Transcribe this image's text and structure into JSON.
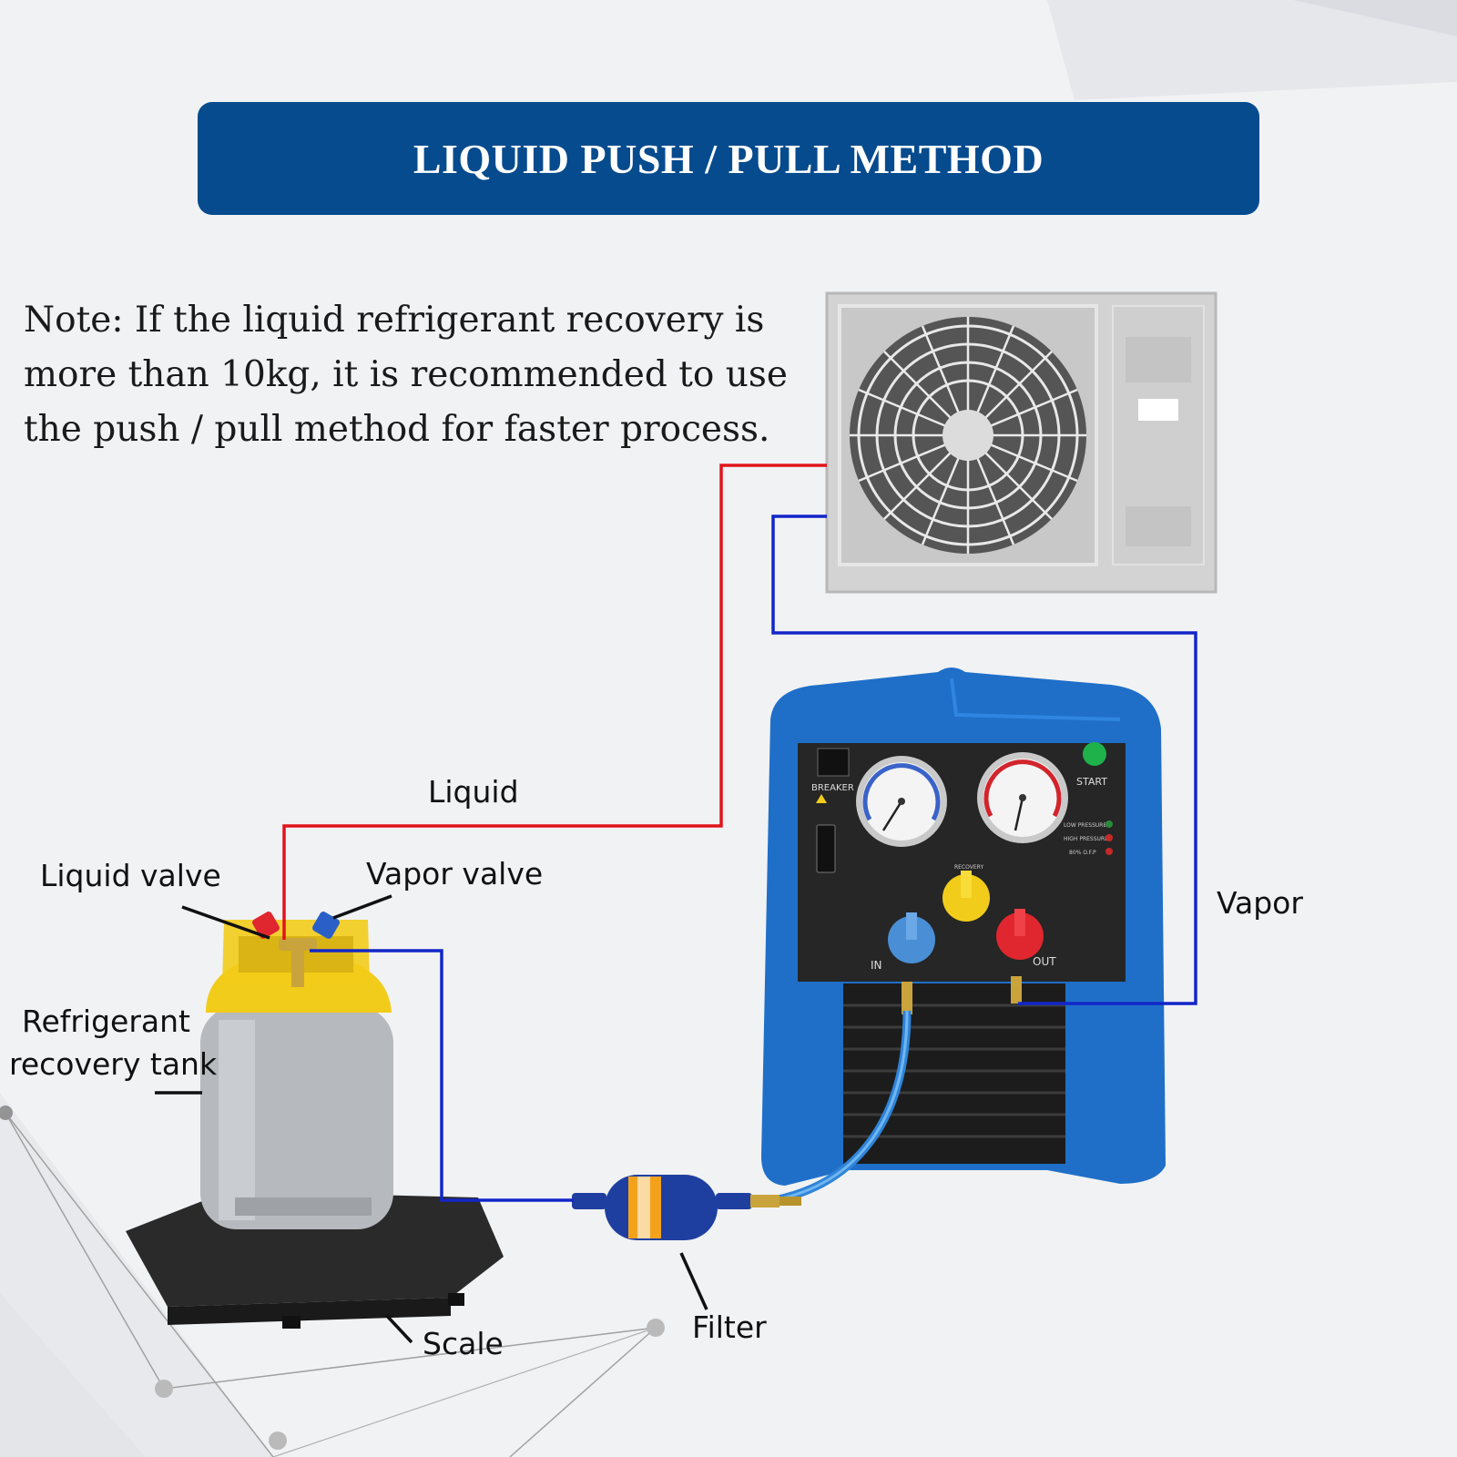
{
  "banner": {
    "title": "LIQUID PUSH / PULL METHOD"
  },
  "note": {
    "text": "Note: If the liquid refrigerant recovery is more than 10kg, it is recommended to use the push / pull method for faster process."
  },
  "labels": {
    "liquid_line": "Liquid",
    "vapor_line": "Vapor",
    "liquid_valve": "Liquid valve",
    "vapor_valve": "Vapor valve",
    "tank_line1": "Refrigerant",
    "tank_line2": "recovery tank",
    "scale": "Scale",
    "filter": "Filter"
  },
  "machine": {
    "breaker": "BREAKER",
    "start": "START",
    "recovery": "RECOVERY",
    "in": "IN",
    "out": "OUT",
    "low_pressure": "LOW PRESSURE",
    "high_pressure": "HIGH PRESSURE",
    "fill_level": "80% O.F.P"
  },
  "colors": {
    "banner": "#054b8e",
    "liquid_line": "#e0141c",
    "vapor_line": "#1226c8",
    "machine_body": "#1f6fc8",
    "tank_top": "#f2cc1a"
  }
}
